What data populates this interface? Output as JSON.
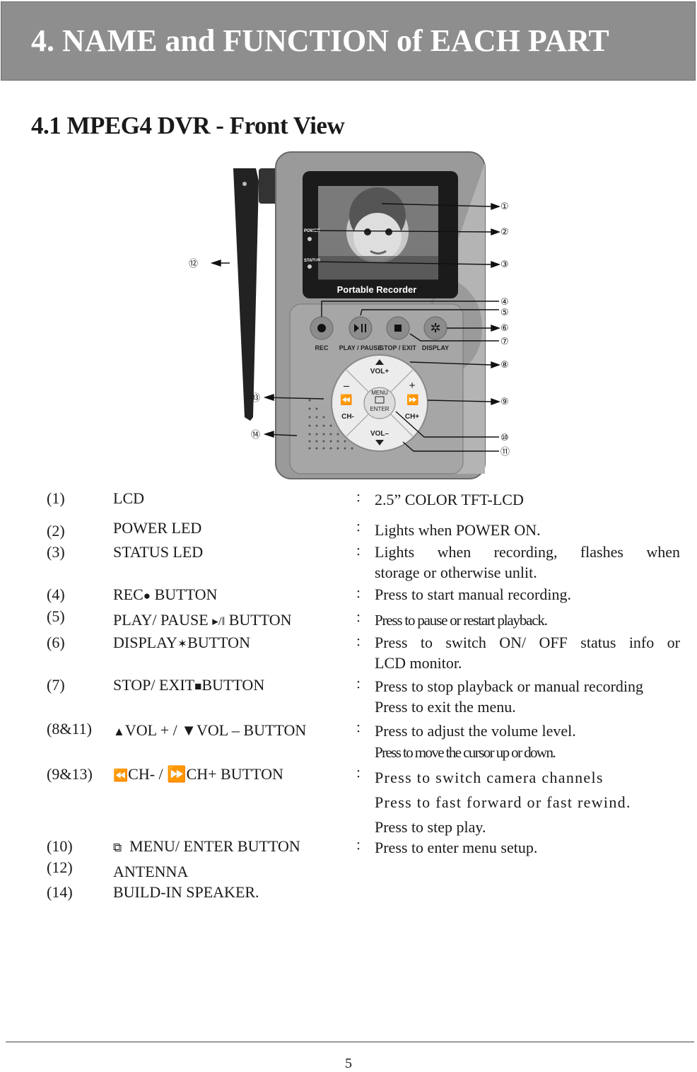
{
  "header": {
    "title": "4. NAME and FUNCTION of EACH PART"
  },
  "section": {
    "title": "4.1 MPEG4 DVR - Front View"
  },
  "figure": {
    "lcd_caption": "Portable Recorder",
    "led_labels": {
      "power": "POWER",
      "status": "STATUS"
    },
    "button_labels": {
      "rec": "REC",
      "play": "PLAY / PAUSE",
      "stop": "STOP / EXIT",
      "display": "DISPLAY"
    },
    "pad_labels": {
      "vol_up": "VOL+",
      "vol_down": "VOL–",
      "ch_down": "CH-",
      "ch_up": "CH+",
      "menu": "MENU",
      "enter": "ENTER",
      "minus": "–",
      "plus": "+"
    },
    "callouts": [
      "①",
      "②",
      "③",
      "④",
      "⑤",
      "⑥",
      "⑦",
      "⑧",
      "⑨",
      "⑩",
      "⑪",
      "⑫",
      "⑬",
      "⑭"
    ]
  },
  "parts": [
    {
      "num": "(1)",
      "name": "LCD",
      "colon": "：",
      "desc": [
        "2.5” COLOR TFT-LCD"
      ]
    },
    {
      "num": "(2)",
      "name": "POWER LED",
      "colon": "：",
      "desc": [
        "Lights when POWER ON."
      ]
    },
    {
      "num": "(3)",
      "name": "STATUS LED",
      "colon": "：",
      "desc": [
        "Lights when recording, flashes when",
        "storage or otherwise unlit."
      ]
    },
    {
      "num": "(4)",
      "name_pre": "REC",
      "name_symbol": "●",
      "name_post": " BUTTON",
      "colon": "：",
      "desc": [
        "Press to start manual recording."
      ]
    },
    {
      "num": "(5)",
      "name_pre": "PLAY/ PAUSE ",
      "name_symbol": "▸/‖",
      "name_post": " BUTTON",
      "colon": "：",
      "desc": [
        "Press to pause or restart playback."
      ]
    },
    {
      "num": "(6)",
      "name_pre": "DISPLAY",
      "name_symbol": "✶",
      "name_post": "BUTTON",
      "colon": "：",
      "desc": [
        "Press to switch ON/ OFF status info or",
        "LCD monitor."
      ]
    },
    {
      "num": "(7)",
      "name_pre": "STOP/ EXIT",
      "name_symbol": "■",
      "name_post": "BUTTON",
      "colon": "：",
      "desc": [
        "Press to stop playback or manual recording",
        "Press to exit the menu."
      ]
    },
    {
      "num": "(8&11)",
      "name_pre": "",
      "name_symbol": "▲",
      "name_post": "VOL + /  ▼VOL – BUTTON",
      "colon": "：",
      "desc": [
        "Press to adjust the volume level.",
        "Press to move the cursor up or down."
      ]
    },
    {
      "num": "(9&13)",
      "name_pre": "",
      "name_symbol": "⏪",
      "name_post": "CH- / ⏩CH+ BUTTON",
      "colon": "：",
      "desc": [
        "Press to switch camera channels",
        "Press to fast forward or fast rewind.",
        "Press to step play."
      ]
    },
    {
      "num": "(10)",
      "name_pre": "",
      "name_symbol": "⧉",
      "name_post": "  MENU/ ENTER BUTTON",
      "colon": "：",
      "desc": [
        "Press to enter menu setup."
      ]
    },
    {
      "num": "(12)",
      "name": "ANTENNA"
    },
    {
      "num": "(14)",
      "name": "BUILD-IN SPEAKER."
    }
  ],
  "footer": {
    "page_number": "5"
  }
}
